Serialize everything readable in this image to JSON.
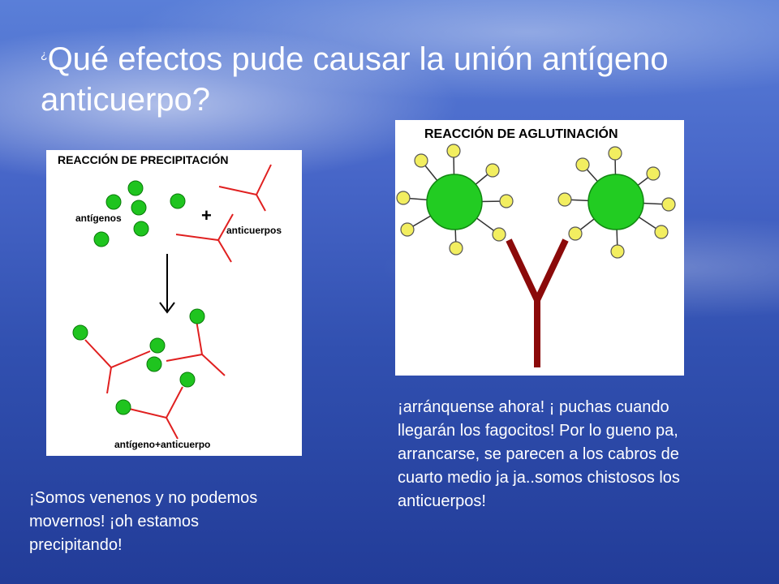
{
  "slide": {
    "title_mark": "¿",
    "title_text": "Qué efectos pude causar la unión antígeno anticuerpo?"
  },
  "precipitation_figure": {
    "heading": "REACCIÓN DE PRECIPITACIÓN",
    "label_antigens": "antígenos",
    "label_plus": "+",
    "label_antibodies": "anticuerpos",
    "label_result": "antígeno+anticuerpo"
  },
  "agglutination_figure": {
    "heading": "REACCIÓN DE AGLUTINACIÓN"
  },
  "captions": {
    "left": "¡Somos venenos y no podemos movernos! ¡oh estamos precipitando!",
    "right": "¡arránquense  ahora! ¡ puchas cuando llegarán los fagocitos! Por lo gueno pa, arrancarse, se parecen a los cabros de cuarto medio ja ja..somos chistosos los anticuerpos!"
  },
  "colors": {
    "antigen_green": "#1fc41f",
    "antibody_red": "#e02020",
    "cell_green": "#22cc22",
    "receptor_yellow": "#f2ee60",
    "antibody_dark_red": "#8b0a0a"
  }
}
